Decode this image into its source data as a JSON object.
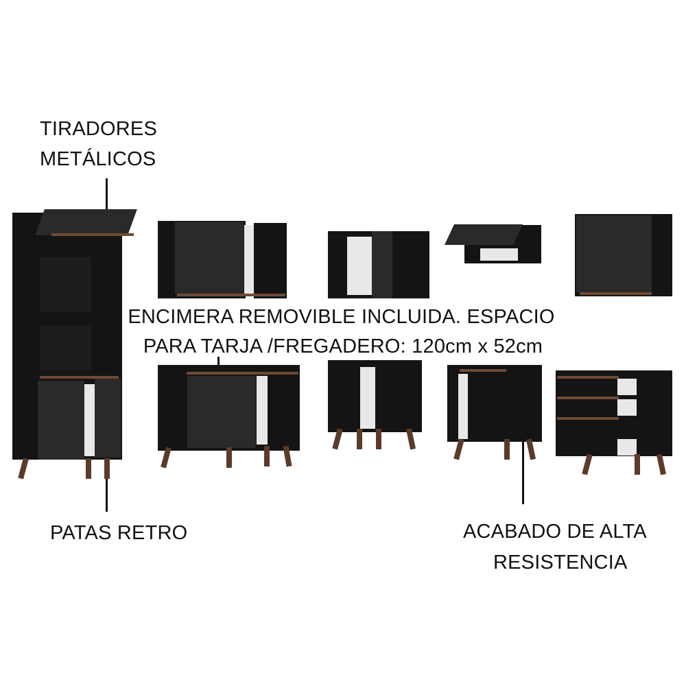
{
  "annotations": {
    "handles": {
      "line1": "TIRADORES",
      "line2": "METÁLICOS"
    },
    "countertop": {
      "line1": "ENCIMERA REMOVIBLE INCLUIDA. ESPACIO",
      "line2": "PARA TARJA /FREGADERO: 120cm x 52cm"
    },
    "legs": "PATAS RETRO",
    "finish": {
      "line1": "ACABADO DE ALTA",
      "line2": "RESISTENCIA"
    }
  },
  "colors": {
    "cabinet": "#141414",
    "door": "#2a2a2a",
    "trim": "#6e4b36",
    "interior": "#e8e8e8"
  }
}
